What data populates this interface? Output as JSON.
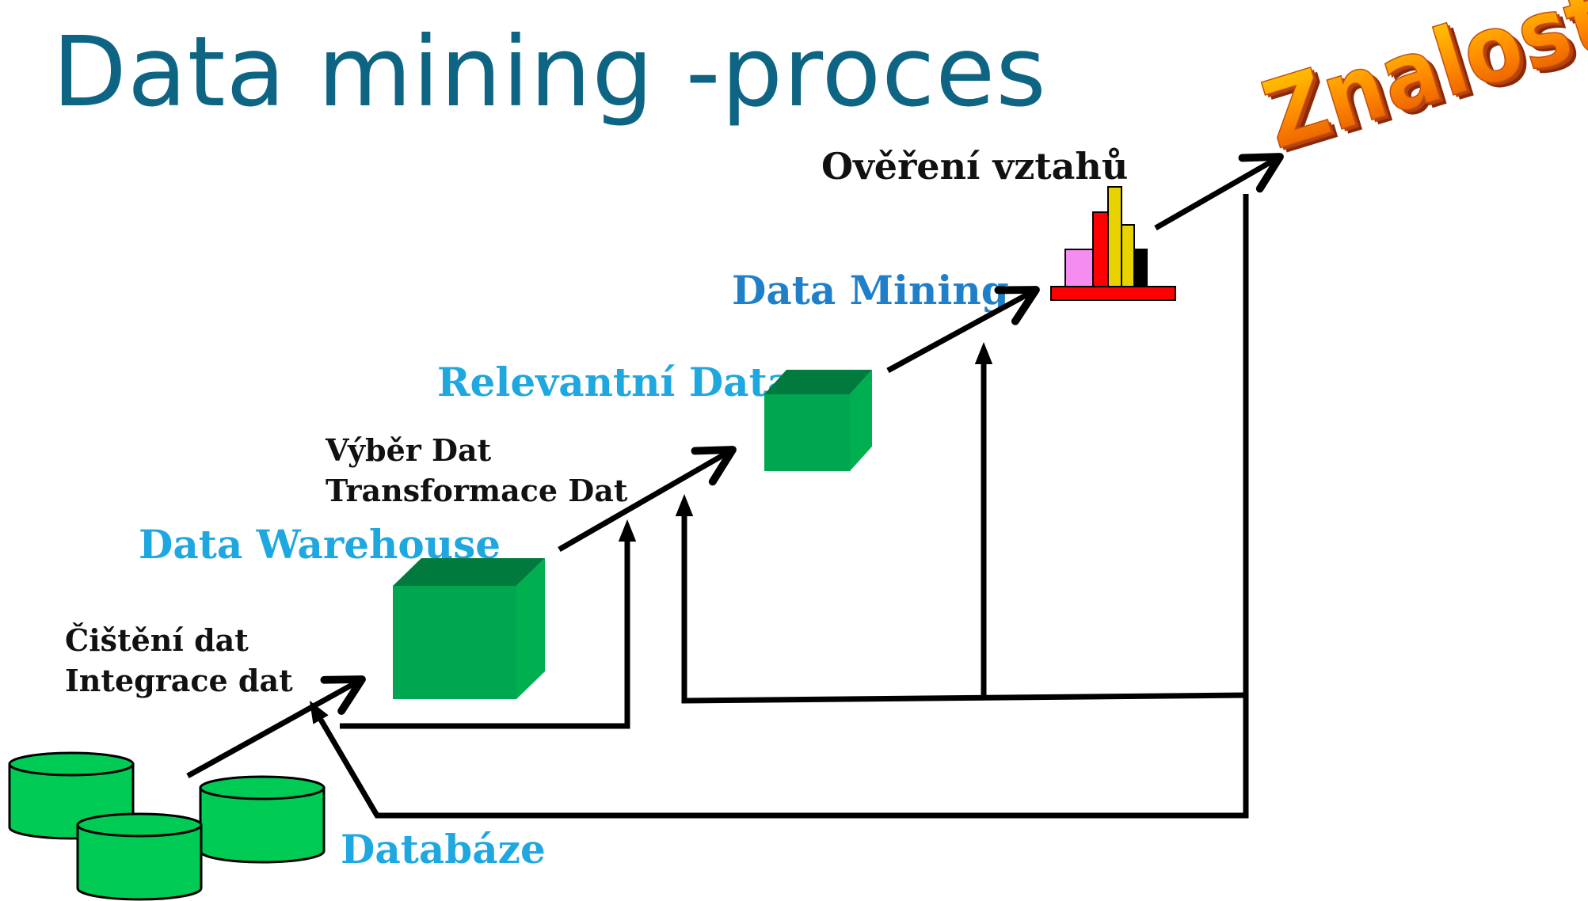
{
  "title": "Data mining -proces",
  "wordart": "Znalosti",
  "labels": {
    "verify": "Ověření vztahů",
    "data_mining": "Data Mining",
    "relevant": "Relevantní Data",
    "selection_line1": "Výběr Dat",
    "selection_line2": "Transformace Dat",
    "warehouse": "Data Warehouse",
    "cleaning_line1": "Čištění dat",
    "cleaning_line2": "Integrace dat",
    "databases": "Databáze"
  },
  "colors": {
    "title": "#0e6583",
    "label_blue": "#1fa7e0",
    "label_mid_blue": "#1f80c9",
    "cube_front": "#00a650",
    "cube_top": "#007a3d",
    "cube_side": "#00b050",
    "cylinder": "#00cc55",
    "histogram": [
      "#f58cf0",
      "#ff0000",
      "#e8d200",
      "#e8d200",
      "#000000"
    ],
    "wordart_face": "#ff8c00",
    "wordart_shadow": "#b03010"
  },
  "icons": [
    "cylinder-database-icon",
    "cube-icon",
    "histogram-icon",
    "arrow-icon"
  ]
}
